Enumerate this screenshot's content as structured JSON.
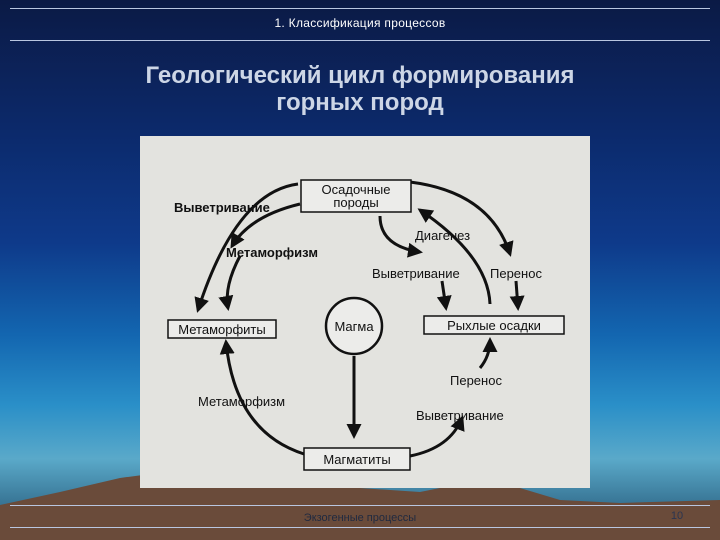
{
  "header": {
    "section": "1.  Классификация  процессов"
  },
  "title": {
    "line1": "Геологический цикл формирования",
    "line2": "горных пород"
  },
  "diagram": {
    "boxes": {
      "sedimentary": [
        "Осадочные",
        "породы"
      ],
      "metamorphites": "Метаморфиты",
      "loose_sediments": "Рыхлые осадки",
      "magmatites": "Магматиты",
      "magma": "Магма"
    },
    "labels": {
      "weathering_top": "Выветривание",
      "metamorphism_top": "Метаморфизм",
      "diagenesis": "Диагенез",
      "weathering_mid": "Выветривание",
      "transport_top": "Перенос",
      "metamorphism_bottom": "Метаморфизм",
      "transport_bottom": "Перенос",
      "weathering_bottom": "Выветривание"
    }
  },
  "footer": {
    "text": "Экзогенные процессы",
    "page": "10"
  },
  "colors": {
    "accent": "#cdd6e6",
    "diagram_bg": "#e3e3df",
    "ink": "#111111"
  }
}
